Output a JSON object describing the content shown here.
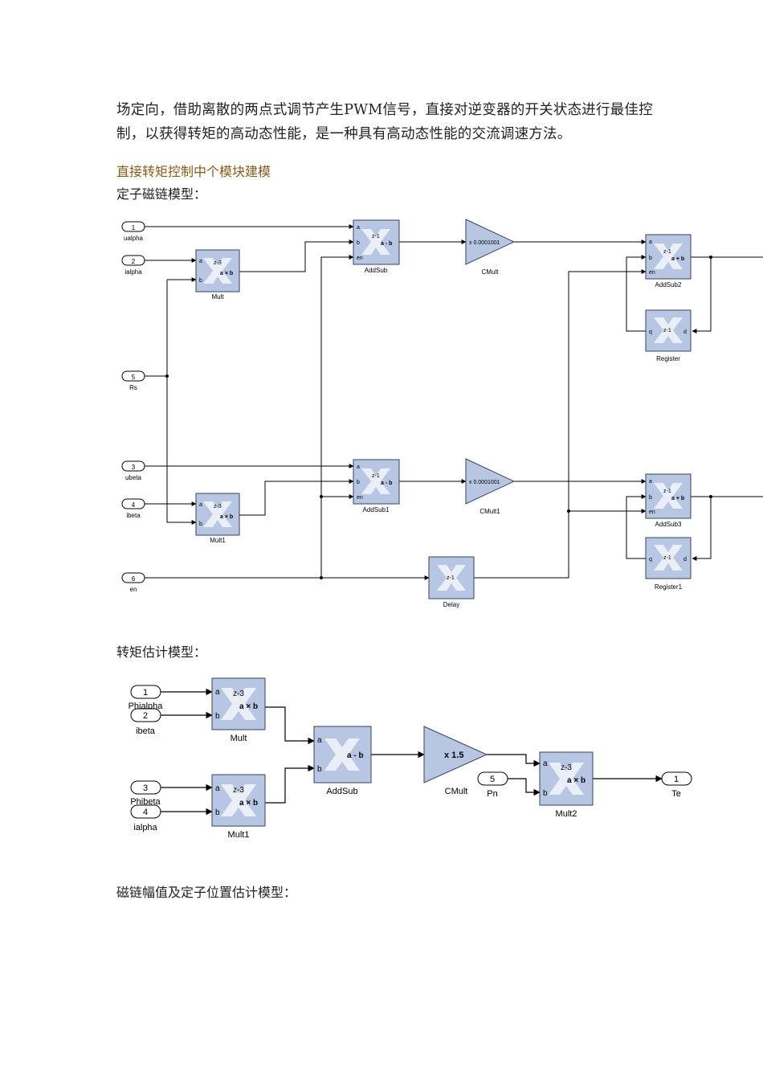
{
  "intro_paragraph": "场定向，借助离散的两点式调节产生PWM信号，直接对逆变器的开关状态进行最佳控制，以获得转矩的高动态性能，是一种具有高动态性能的交流调速方法。",
  "section_heading": "直接转矩控制中个模块建模",
  "label_stator_flux": "定子磁链模型：",
  "label_torque": "转矩估计模型：",
  "label_flux_position": "磁链幅值及定子位置估计模型：",
  "diagram1": {
    "ports": [
      {
        "num": "1",
        "name": "ualpha"
      },
      {
        "num": "2",
        "name": "ialpha"
      },
      {
        "num": "5",
        "name": "Rs"
      },
      {
        "num": "3",
        "name": "ubeta"
      },
      {
        "num": "4",
        "name": "ibeta"
      },
      {
        "num": "6",
        "name": "en"
      }
    ],
    "blocks": {
      "mult": {
        "name": "Mult",
        "op": "a × b",
        "latency": "z-3"
      },
      "mult1": {
        "name": "Mult1",
        "op": "a × b",
        "latency": "z-3"
      },
      "addsub": {
        "name": "AddSub",
        "op": "a - b",
        "latency": "z-1"
      },
      "addsub1": {
        "name": "AddSub1",
        "op": "a - b",
        "latency": "z-1"
      },
      "cmult": {
        "name": "CMult",
        "gain": "x 0.0001001"
      },
      "cmult1": {
        "name": "CMult1",
        "gain": "x 0.0001001"
      },
      "addsub2": {
        "name": "AddSub2",
        "op": "a + b",
        "latency": "z-1"
      },
      "addsub3": {
        "name": "AddSub3",
        "op": "a + b",
        "latency": "z-1"
      },
      "register": {
        "name": "Register",
        "latency": "z-1"
      },
      "register1": {
        "name": "Register1",
        "latency": "z-1"
      },
      "delay": {
        "name": "Delay",
        "latency": "z-1"
      }
    }
  },
  "diagram2": {
    "ports": [
      {
        "num": "1",
        "name": "Phialpha"
      },
      {
        "num": "2",
        "name": "ibeta"
      },
      {
        "num": "3",
        "name": "Phibeta"
      },
      {
        "num": "4",
        "name": "ialpha"
      },
      {
        "num": "5",
        "name": "Pn"
      }
    ],
    "out_port": {
      "num": "1",
      "name": "Te"
    },
    "blocks": {
      "mult": {
        "name": "Mult",
        "op": "a × b",
        "latency": "z-3"
      },
      "mult1": {
        "name": "Mult1",
        "op": "a × b",
        "latency": "z-3"
      },
      "addsub": {
        "name": "AddSub",
        "op": "a - b"
      },
      "cmult": {
        "name": "CMult",
        "gain": "x 1.5"
      },
      "mult2": {
        "name": "Mult2",
        "op": "a × b",
        "latency": "z-3"
      }
    }
  }
}
